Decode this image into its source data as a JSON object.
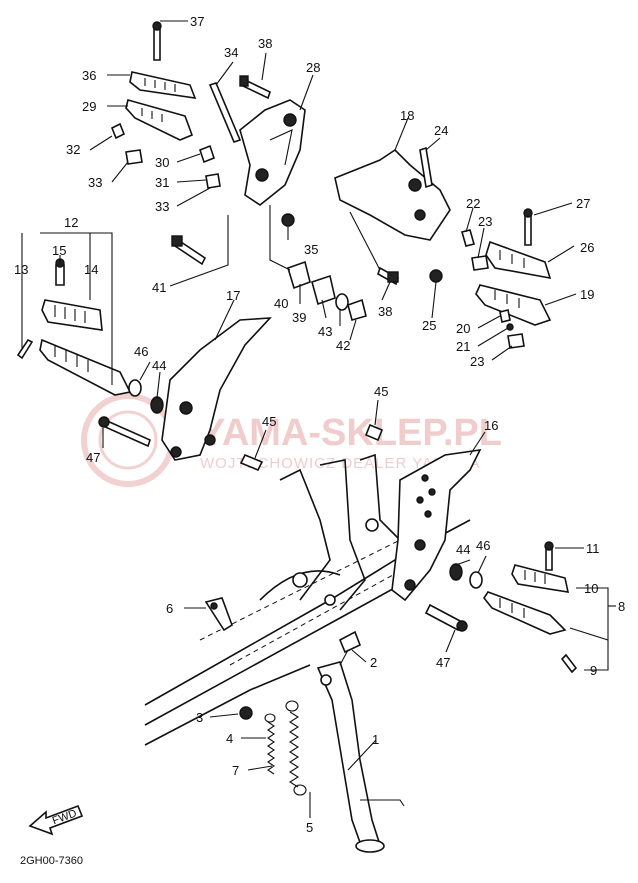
{
  "watermark": {
    "main": "YAMA-SKLEP.PL",
    "sub": "WOJTECHOWICZ DEALER YAMAHA"
  },
  "diagram_code": "2GH00-7360",
  "front_label": "FWD",
  "callouts": [
    "1",
    "2",
    "3",
    "4",
    "5",
    "6",
    "7",
    "8",
    "9",
    "10",
    "11",
    "12",
    "13",
    "14",
    "15",
    "16",
    "17",
    "18",
    "19",
    "20",
    "21",
    "22",
    "23",
    "23",
    "24",
    "25",
    "26",
    "27",
    "28",
    "29",
    "30",
    "31",
    "32",
    "33",
    "33",
    "34",
    "35",
    "36",
    "37",
    "38",
    "38",
    "39",
    "40",
    "41",
    "42",
    "43",
    "44",
    "44",
    "45",
    "45",
    "46",
    "46",
    "47",
    "47"
  ]
}
